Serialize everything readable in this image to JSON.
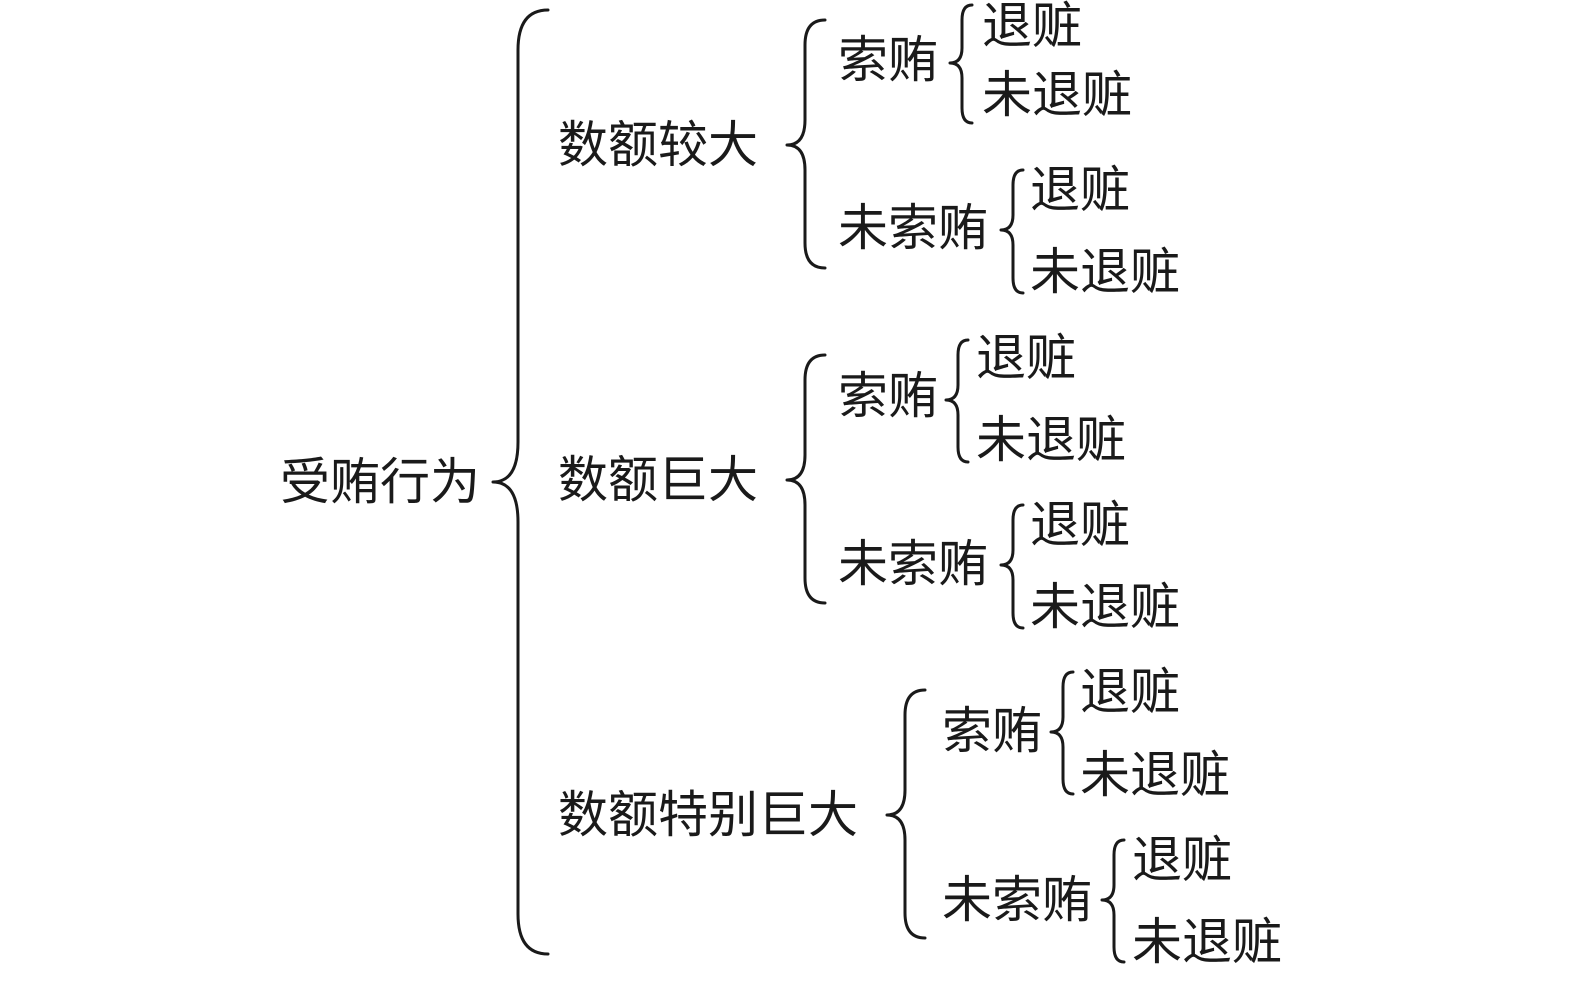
{
  "tree": {
    "root": "受贿行为",
    "amounts": [
      {
        "label": "数额较大",
        "kinds": [
          {
            "label": "索贿",
            "outcomes": [
              "退赃",
              "未退赃"
            ]
          },
          {
            "label": "未索贿",
            "outcomes": [
              "退赃",
              "未退赃"
            ]
          }
        ]
      },
      {
        "label": "数额巨大",
        "kinds": [
          {
            "label": "索贿",
            "outcomes": [
              "退赃",
              "未退赃"
            ]
          },
          {
            "label": "未索贿",
            "outcomes": [
              "退赃",
              "未退赃"
            ]
          }
        ]
      },
      {
        "label": "数额特别巨大",
        "kinds": [
          {
            "label": "索贿",
            "outcomes": [
              "退赃",
              "未退赃"
            ]
          },
          {
            "label": "未索贿",
            "outcomes": [
              "退赃",
              "未退赃"
            ]
          }
        ]
      }
    ]
  }
}
